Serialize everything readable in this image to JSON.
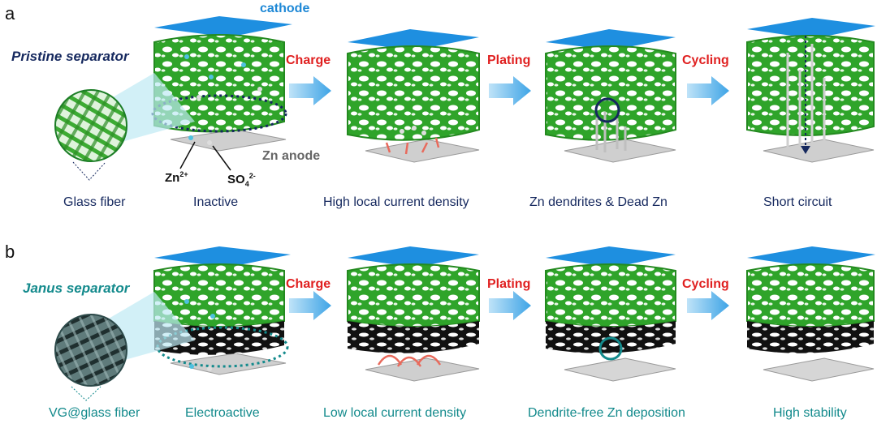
{
  "colors": {
    "navy": "#15285e",
    "teal": "#138a8c",
    "red": "#e02020",
    "cathode_blue": "#1e88d6",
    "mesh_green": "#2fa42a",
    "black_layer": "#111111",
    "arrow_blue": "#58b3ea"
  },
  "panel_a": {
    "letter": "a",
    "cathode_label": "cathode",
    "separator_label": "Pristine separator",
    "steps": [
      "Charge",
      "Plating",
      "Cycling"
    ],
    "zn_ion": "Zn",
    "zn_charge": "2+",
    "so4": "SO",
    "so4_sub": "4",
    "so4_charge": "2-",
    "anode_label": "Zn anode",
    "captions": [
      "Glass fiber",
      "Inactive",
      "High local current density",
      "Zn dendrites & Dead Zn",
      "Short circuit"
    ]
  },
  "panel_b": {
    "letter": "b",
    "separator_label": "Janus separator",
    "steps": [
      "Charge",
      "Plating",
      "Cycling"
    ],
    "captions": [
      "VG@glass fiber",
      "Electroactive",
      "Low local current density",
      "Dendrite-free Zn deposition",
      "High stability"
    ]
  },
  "icons": [
    "glass-fiber-zoom-icon",
    "vg-fiber-zoom-icon",
    "step-arrow-icon",
    "dendrite-highlight-icon",
    "short-circuit-arrow-icon"
  ]
}
